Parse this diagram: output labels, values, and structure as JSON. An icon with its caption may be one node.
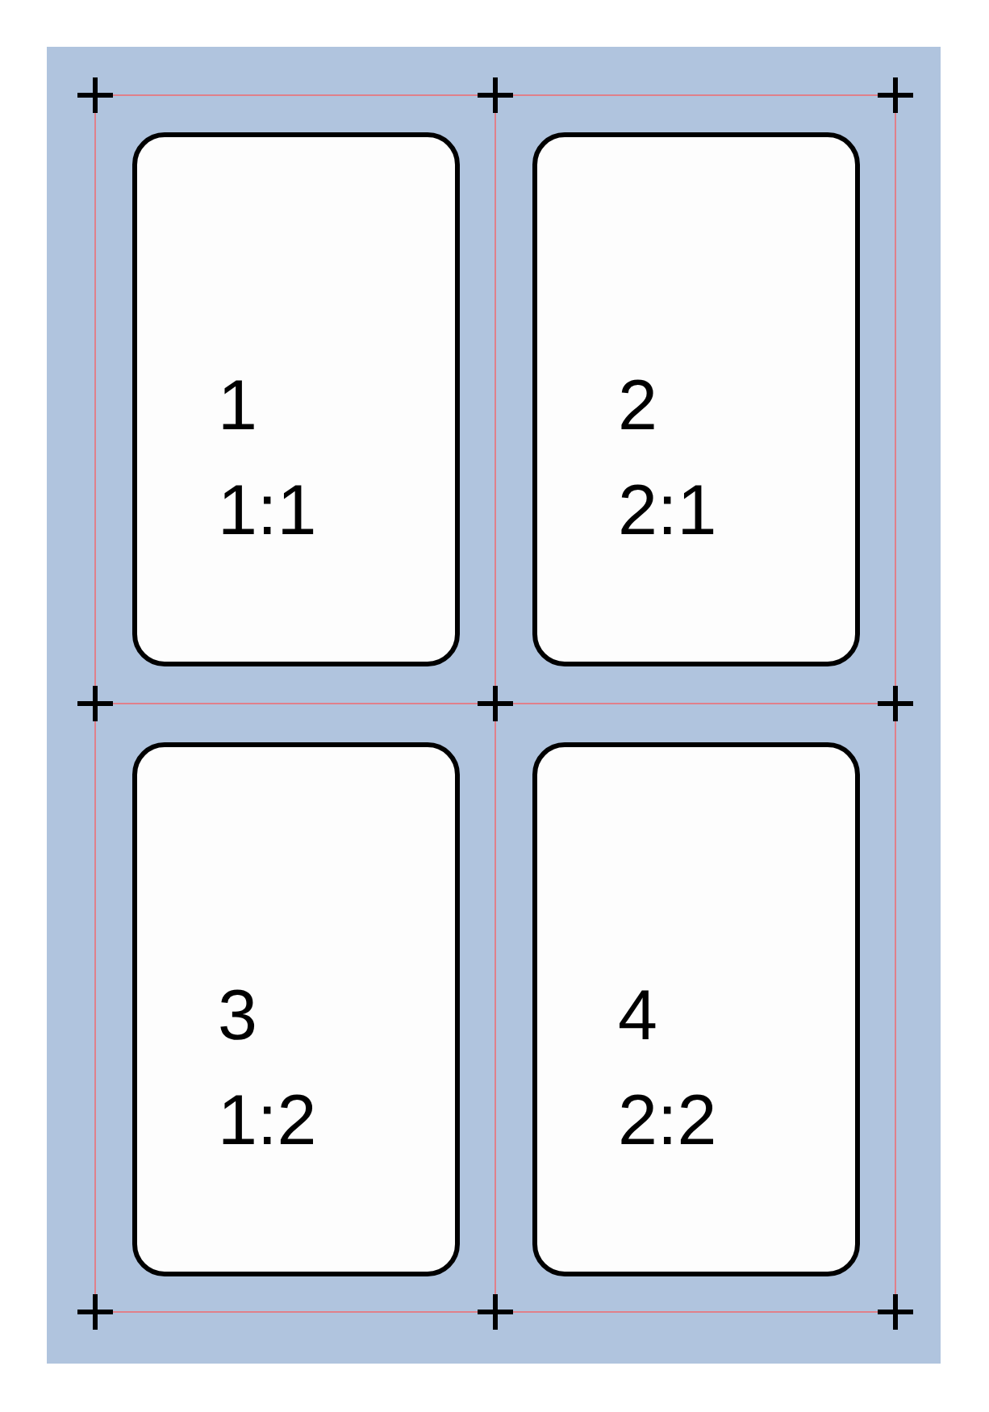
{
  "diagram": {
    "nodes": [
      {
        "text": [
          "1",
          "1:1"
        ]
      },
      {
        "text": [
          "2",
          "2:1"
        ]
      },
      {
        "text": [
          "3",
          "1:2"
        ]
      },
      {
        "text": [
          "4",
          "2:2"
        ]
      }
    ]
  }
}
